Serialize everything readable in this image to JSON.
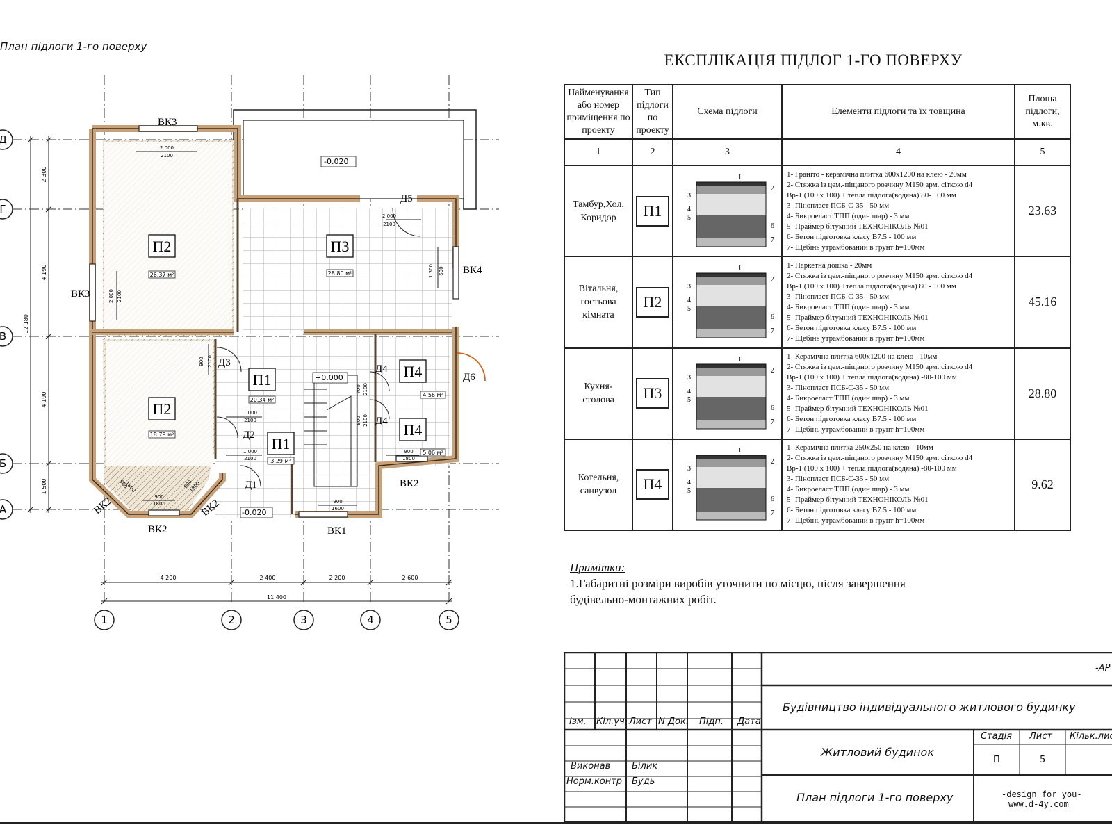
{
  "plan_title": "План підлоги 1-го поверху",
  "explication": {
    "title": "ЕКСПЛІКАЦІЯ ПІДЛОГ 1-ГО ПОВЕРХУ",
    "headers": [
      "Найменування або номер приміщення по проекту",
      "Тип підлоги по проекту",
      "Схема підлоги",
      "Елементи підлоги та їх товщина",
      "Площа підлоги, м.кв."
    ],
    "col_numbers": [
      "1",
      "2",
      "3",
      "4",
      "5"
    ],
    "rows": [
      {
        "room": "Тамбур,Хол, Коридор",
        "type": "П1",
        "area": "23.63",
        "elements": [
          "1- Граніто - керамічна плитка 600х1200 на клею  - 20мм",
          "2- Стяжка із цем.-піщаного розчину М150 арм. сіткою d4",
          "Вр-1 (100 х 100) + тепла підлога(водяна)  80- 100 мм",
          "3- Пінопласт ПСБ-С-35  - 50 мм",
          "4- Бикроеласт ТПП (один шар)  - 3 мм",
          "5- Праймер бітумний ТЕХНОНІКОЛЬ №01",
          "6- Бетон підготовка класу В7.5  - 100 мм",
          "7- Щебінь утрамбований в грунт  h=100мм"
        ]
      },
      {
        "room": "Вітальня, гостьова кімната",
        "type": "П2",
        "area": "45.16",
        "elements": [
          "1- Паркетна дошка  - 20мм",
          "2- Стяжка із цем.-піщаного розчину М150 арм. сіткою d4",
          "Вр-1 (100 х 100) +тепла підлога(водяна)  80 - 100 мм",
          "3- Пінопласт ПСБ-С-35  - 50 мм",
          "4- Бикроеласт ТПП (один шар)  - 3 мм",
          "5- Праймер бітумний ТЕХНОНІКОЛЬ №01",
          "6- Бетон підготовка класу В7.5  - 100 мм",
          "7- Щебінь утрамбований в грунт  h=100мм"
        ]
      },
      {
        "room": "Кухня- столова",
        "type": "П3",
        "area": "28.80",
        "elements": [
          "1- Керамічна плитка 600х1200 на клею  - 10мм",
          "2- Стяжка із цем.-піщаного розчину М150 арм. сіткою d4",
          "Вр-1 (100 х 100) + тепла підлога(водяна)  -80-100 мм",
          "3- Пінопласт ПСБ-С-35  - 50 мм",
          "4- Бикроеласт ТПП (один шар)  - 3 мм",
          "5- Праймер бітумний ТЕХНОНІКОЛЬ №01",
          "6- Бетон підготовка класу В7.5  - 100 мм",
          "7- Щебінь утрамбований в грунт  h=100мм"
        ]
      },
      {
        "room": "Котельня, санвузол",
        "type": "П4",
        "area": "9.62",
        "elements": [
          "1- Керамічна плитка 250х250 на клею  - 10мм",
          "2- Стяжка із цем.-піщаного розчину М150 арм. сіткою d4",
          "Вр-1 (100 х 100) + тепла підлога(водяна)  -80-100 мм",
          "3- Пінопласт ПСБ-С-35  - 50 мм",
          "4- Бикроеласт ТПП (один шар)  - 3 мм",
          "5- Праймер бітумний ТЕХНОНІКОЛЬ №01",
          "6- Бетон підготовка класу В7.5  - 100 мм",
          "7- Щебінь утрамбований в грунт  h=100мм"
        ]
      }
    ],
    "layer_numbers": [
      "1",
      "2",
      "3",
      "4",
      "5",
      "6",
      "7"
    ]
  },
  "notes": {
    "heading": "Примітки:",
    "line1": "1.Габаритні розміри виробів уточнити по місцю, після завершення",
    "line2": "будівельно-монтажних робіт."
  },
  "stamp": {
    "code": "-АР",
    "project": "Будівництво індивідуального житлового будинку",
    "building": "Житловий будинок",
    "sheet_title": "План підлоги 1-го поверху",
    "col_headers": [
      "Ізм.",
      "Кіл.уч",
      "Лист",
      "N Док.",
      "Підп.",
      "Дата"
    ],
    "executed_label": "Виконав",
    "executed_name": "Білик",
    "norm_label": "Норм.контр",
    "norm_name": "Будь",
    "stage_label": "Стадія",
    "sheet_label": "Лист",
    "sheets_label": "Кільк.листів",
    "stage": "П",
    "sheet": "5",
    "company1": "-design for you-",
    "company2": "www.d-4y.com"
  },
  "plan": {
    "axes_h": [
      "1",
      "2",
      "3",
      "4",
      "5"
    ],
    "axes_v": [
      "Д",
      "Г",
      "В",
      "Б",
      "А"
    ],
    "dims_bottom": [
      "4 200",
      "2 400",
      "2 200",
      "2 600"
    ],
    "dim_total": "11 400",
    "dims_left": [
      "2 300",
      "4 190",
      "4 190",
      "1 500"
    ],
    "dim_left_total": "12 180",
    "rooms": [
      {
        "label": "П2",
        "area": "26.37 м²"
      },
      {
        "label": "П3",
        "area": "28.80 м²"
      },
      {
        "label": "П2",
        "area": "18.79 м²"
      },
      {
        "label": "П1",
        "area": "20.34 м²"
      },
      {
        "label": "П1",
        "area": "3.29 м²"
      },
      {
        "label": "П4",
        "area": "4.56 м²"
      },
      {
        "label": "П4",
        "area": "5.06 м²"
      }
    ],
    "windows": [
      "ВК3",
      "ВК3",
      "ВК4",
      "ВК2",
      "ВК2",
      "ВК2",
      "ВК2",
      "ВК1"
    ],
    "doors": [
      "Д5",
      "Д3",
      "Д2",
      "Д1",
      "Д4",
      "Д4",
      "Д6"
    ],
    "levels": [
      "-0.020",
      "+0.000",
      "-0.020"
    ],
    "small_dims": [
      "2 000",
      "2100",
      "2 000",
      "2100",
      "1 300",
      "600",
      "2 000",
      "2100",
      "900",
      "2100",
      "1 000",
      "2100",
      "1 000",
      "2100",
      "900",
      "1800",
      "900",
      "1600",
      "900",
      "1800",
      "900",
      "1800",
      "900",
      "1800",
      "700",
      "2100",
      "800",
      "2100"
    ]
  }
}
